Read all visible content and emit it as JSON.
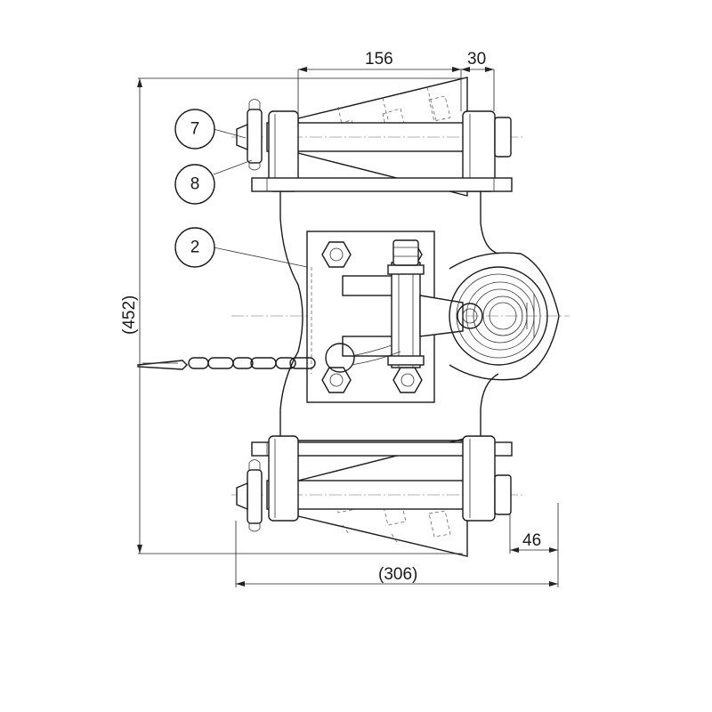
{
  "dimensions": {
    "top_width": "156",
    "top_offset": "30",
    "overall_height": "(452)",
    "overall_width": "(306)",
    "side_offset": "46"
  },
  "balloons": [
    {
      "label": "7"
    },
    {
      "label": "8"
    },
    {
      "label": "2"
    }
  ]
}
